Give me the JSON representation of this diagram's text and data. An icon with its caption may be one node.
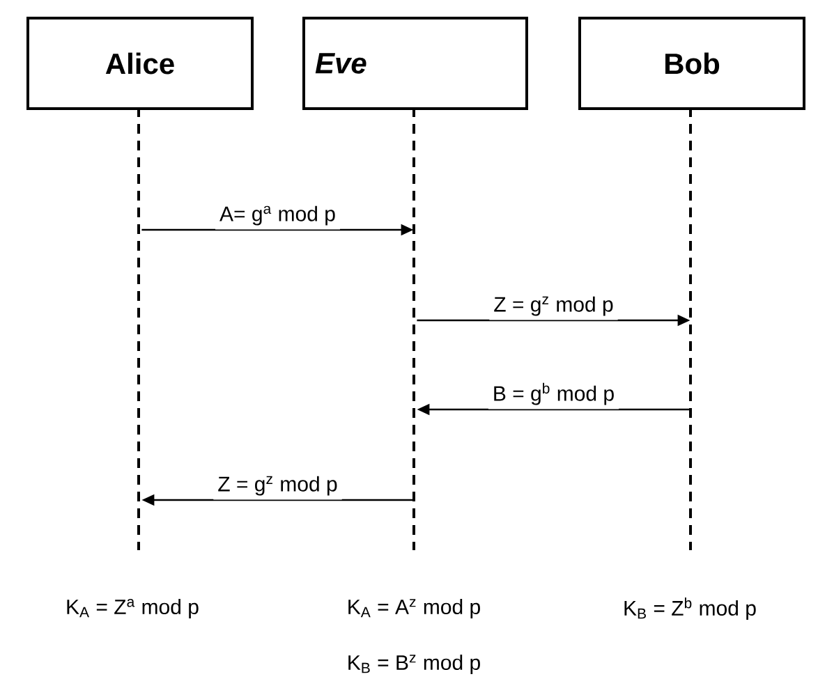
{
  "diagram": {
    "nodes": [
      {
        "text": [
          "Alice"
        ]
      },
      {
        "text": [
          "Eve"
        ]
      },
      {
        "text": [
          "Bob"
        ]
      }
    ],
    "edges": [
      {
        "from": 0,
        "to": 1,
        "arrow": "to",
        "label": "A= g$^{a}$ mod p"
      },
      {
        "from": 1,
        "to": 2,
        "arrow": "to",
        "label": "Z = g$^{z}$ mod p"
      },
      {
        "from": 2,
        "to": 1,
        "arrow": "to",
        "label": "B = g$^{b}$ mod p"
      },
      {
        "from": 1,
        "to": 0,
        "arrow": "to",
        "label": "Z = g$^{z}$ mod p"
      }
    ],
    "labels": [
      "K$_{A}$ = Z$^{a}$ mod p",
      "K$_{A}$ = A$^{z}$ mod p",
      "K$_{B}$ = Z$^{b}$ mod p",
      "K$_{B}$ = B$^{z}$ mod p"
    ]
  }
}
